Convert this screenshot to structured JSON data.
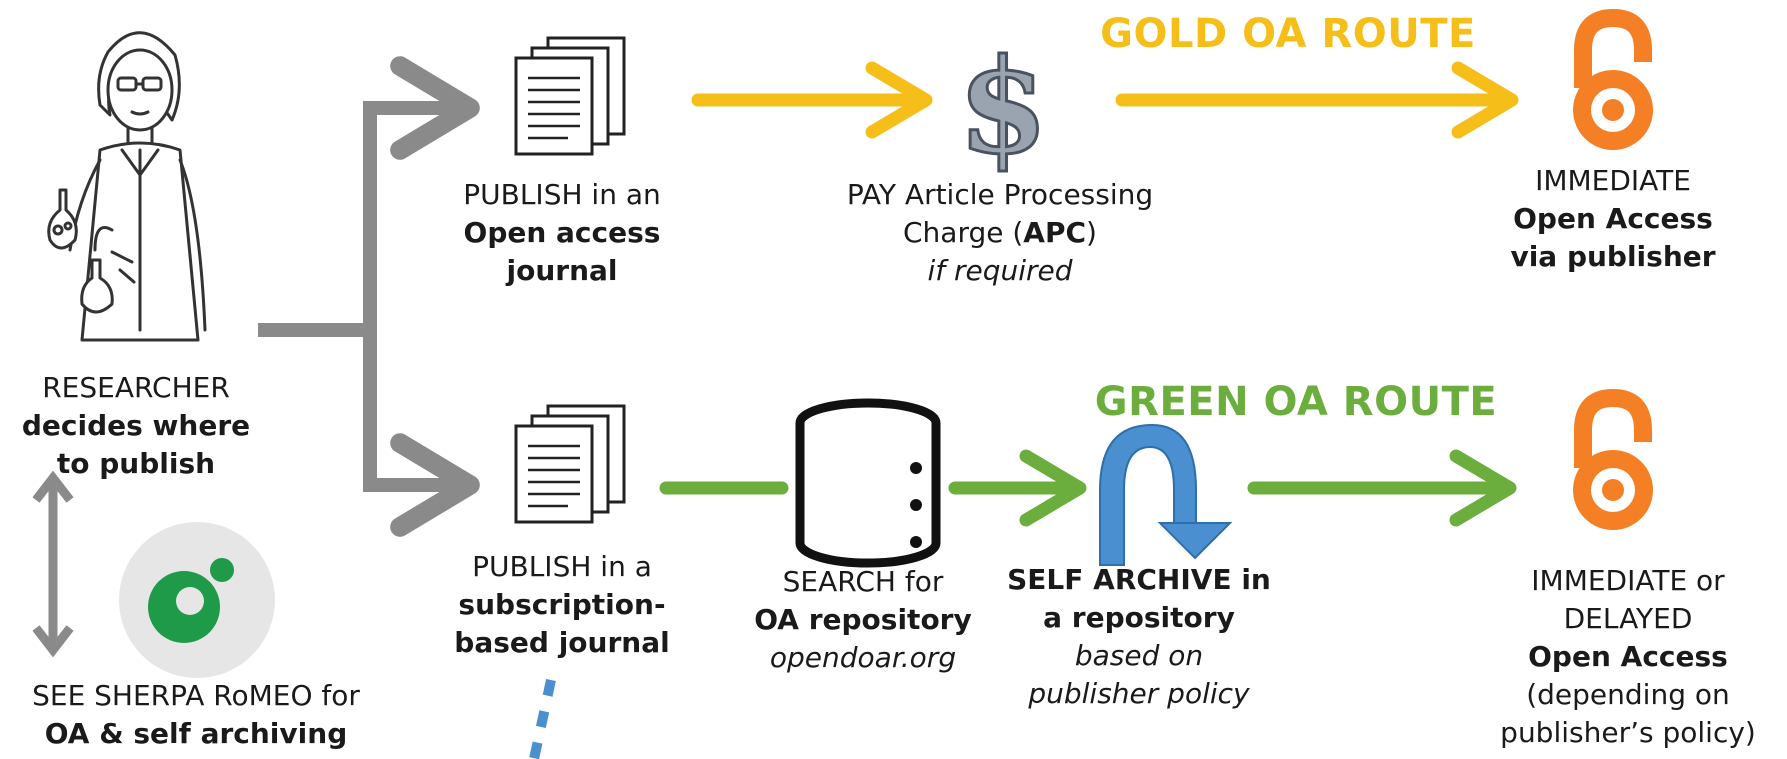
{
  "routes": {
    "gold": {
      "label": "GOLD OA ROUTE",
      "color": "#F5BE19"
    },
    "green": {
      "label": "GREEN OA ROUTE",
      "color": "#6CAE3E"
    }
  },
  "colors": {
    "grey_arrow": "#8A8A8A",
    "oa_orange": "#F47F24",
    "repo_blue": "#4A90D0",
    "romeo_green": "#1F9A48",
    "romeo_bg": "#E6E6E6",
    "dollar": "#9AA3B0"
  },
  "icons": {
    "researcher": "researcher-illustration",
    "document": "document-stack-icon",
    "money": "dollar-icon",
    "database": "database-icon",
    "open_access": "open-access-lock-icon",
    "self_archive": "curved-arrow-icon",
    "sherpa": "sherpa-romeo-logo"
  },
  "researcher": {
    "line1": "RESEARCHER",
    "line2": "decides where",
    "line3": "to publish"
  },
  "sherpa": {
    "line1": "SEE SHERPA RoMEO for",
    "line2": "OA & self archiving"
  },
  "gold_journal": {
    "line1": "PUBLISH in an",
    "line2": "Open access",
    "line3": "journal"
  },
  "apc": {
    "line1": "PAY Article Processing",
    "line2_pre": "Charge (",
    "line2_bold": "APC",
    "line2_post": ")",
    "line3": "if required"
  },
  "gold_result": {
    "line1": "IMMEDIATE",
    "line2": "Open Access",
    "line3": "via publisher"
  },
  "sub_journal": {
    "line1": "PUBLISH in a",
    "line2": "subscription-",
    "line3": "based journal"
  },
  "repository": {
    "line1": "SEARCH for",
    "line2": "OA repository",
    "line3": "opendoar.org"
  },
  "self_archive": {
    "line1": "SELF ARCHIVE in",
    "line2": "a repository",
    "line3": "based on",
    "line4": "publisher policy"
  },
  "green_result": {
    "line1": "IMMEDIATE or",
    "line2": "DELAYED",
    "line3": "Open Access",
    "line4": "(depending on",
    "line5": "publisher’s policy)"
  }
}
